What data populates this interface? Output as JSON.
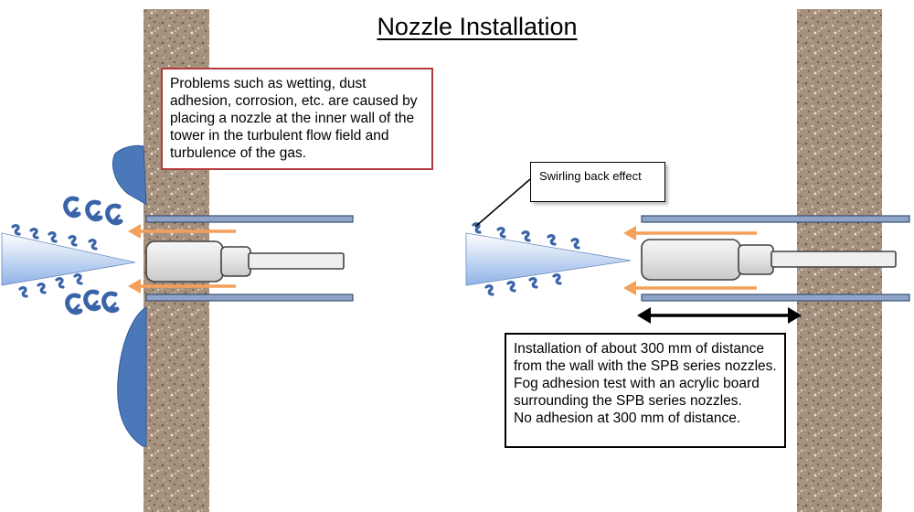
{
  "title": "Nozzle Installation",
  "problem_note": "Problems such as wetting, dust adhesion, corrosion, etc. are caused by placing a nozzle at the inner wall of the tower in the turbulent flow field and turbulence of the gas.",
  "callout_label": "Swirling back effect",
  "installation_note": {
    "lines": [
      "Installation of about 300 mm of distance from the wall with the SPB series nozzles.",
      "Fog adhesion test with an acrylic board surrounding the SPB series nozzles.",
      "No adhesion at 300 mm of distance."
    ]
  },
  "colors": {
    "wall": "#a08c7c",
    "deposit": "#4a78b8",
    "arrow": "#f5a05a",
    "pipe": "#8ea4c8",
    "pipe_border": "#3a5070",
    "swirl": "#3a64a8",
    "problem_border": "#b23a3a"
  }
}
